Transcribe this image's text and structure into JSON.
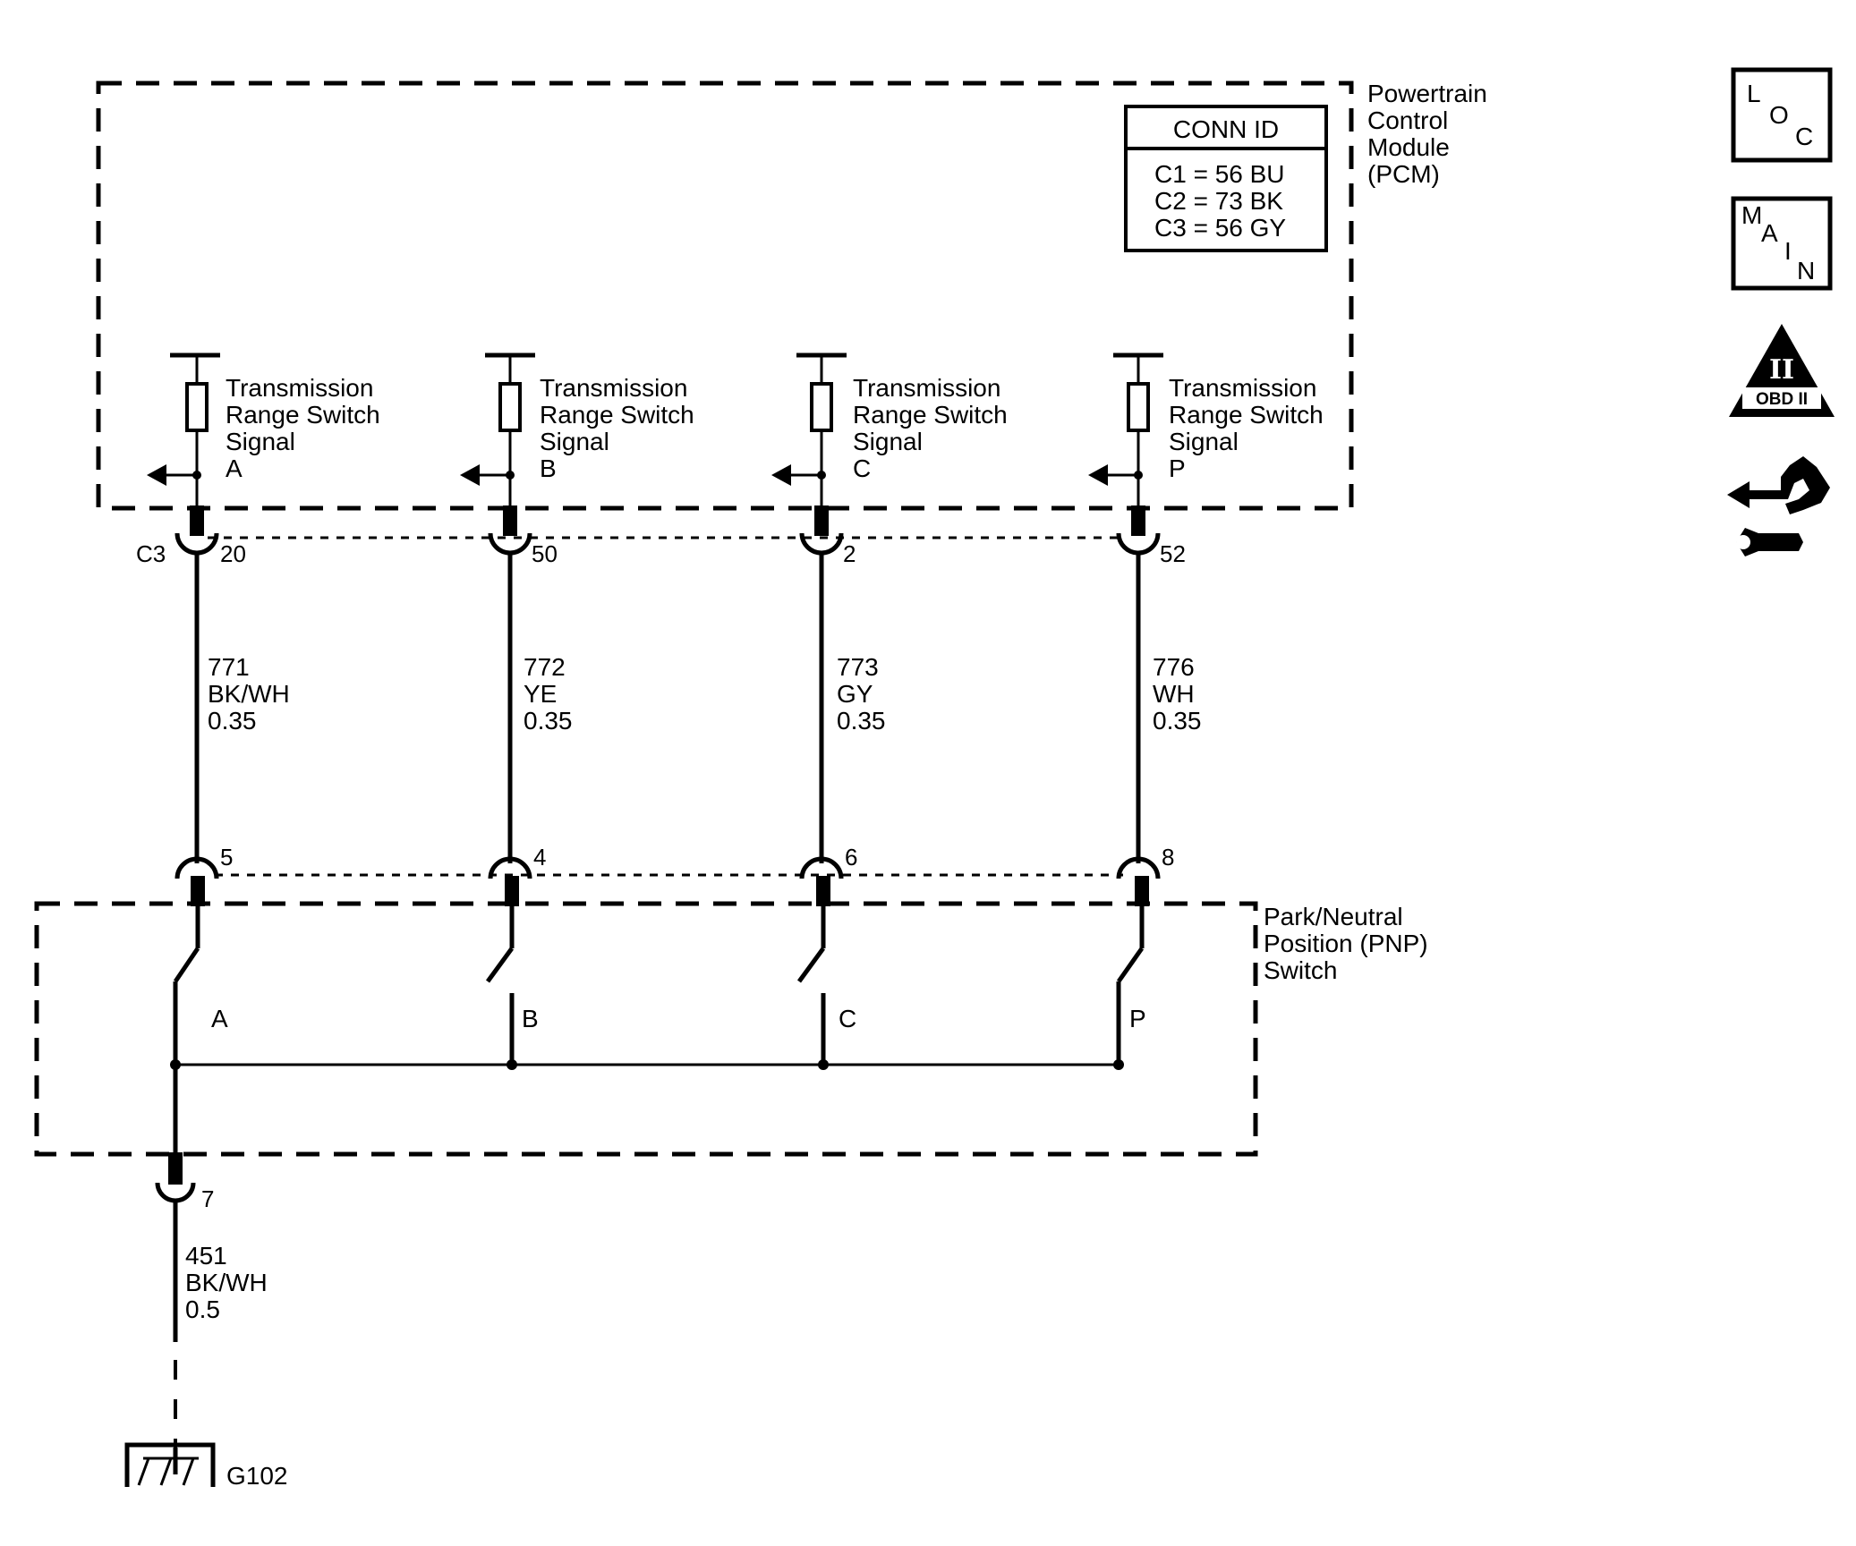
{
  "pcm": {
    "name_lines": [
      "Powertrain",
      "Control",
      "Module",
      "(PCM)"
    ],
    "conn_id": {
      "title": "CONN ID",
      "rows": [
        "C1 = 56 BU",
        "C2 = 73 BK",
        "C3 = 56 GY"
      ]
    },
    "connector_name": "C3"
  },
  "circuits": [
    {
      "signal_lines": [
        "Transmission",
        "Range Switch",
        "Signal",
        "A"
      ],
      "pcm_pin": "20",
      "wire_lines": [
        "771",
        "BK/WH",
        "0.35"
      ],
      "switch_pin": "5",
      "contact": "A"
    },
    {
      "signal_lines": [
        "Transmission",
        "Range Switch",
        "Signal",
        "B"
      ],
      "pcm_pin": "50",
      "wire_lines": [
        "772",
        "YE",
        "0.35"
      ],
      "switch_pin": "4",
      "contact": "B"
    },
    {
      "signal_lines": [
        "Transmission",
        "Range Switch",
        "Signal",
        "C"
      ],
      "pcm_pin": "2",
      "wire_lines": [
        "773",
        "GY",
        "0.35"
      ],
      "switch_pin": "6",
      "contact": "C"
    },
    {
      "signal_lines": [
        "Transmission",
        "Range Switch",
        "Signal",
        "P"
      ],
      "pcm_pin": "52",
      "wire_lines": [
        "776",
        "WH",
        "0.35"
      ],
      "switch_pin": "8",
      "contact": "P"
    }
  ],
  "pnp": {
    "name_lines": [
      "Park/Neutral",
      "Position (PNP)",
      "Switch"
    ],
    "ground_pin": "7"
  },
  "ground": {
    "wire_lines": [
      "451",
      "BK/WH",
      "0.5"
    ],
    "name": "G102"
  },
  "side_icons": {
    "loc": [
      "L",
      "O",
      "C"
    ],
    "main": [
      "M",
      "A",
      "I",
      "N"
    ],
    "obd": [
      "II",
      "OBD II"
    ],
    "names": [
      "loc-icon",
      "main-icon",
      "obd-ii-icon",
      "tool-wrench-icon"
    ]
  }
}
